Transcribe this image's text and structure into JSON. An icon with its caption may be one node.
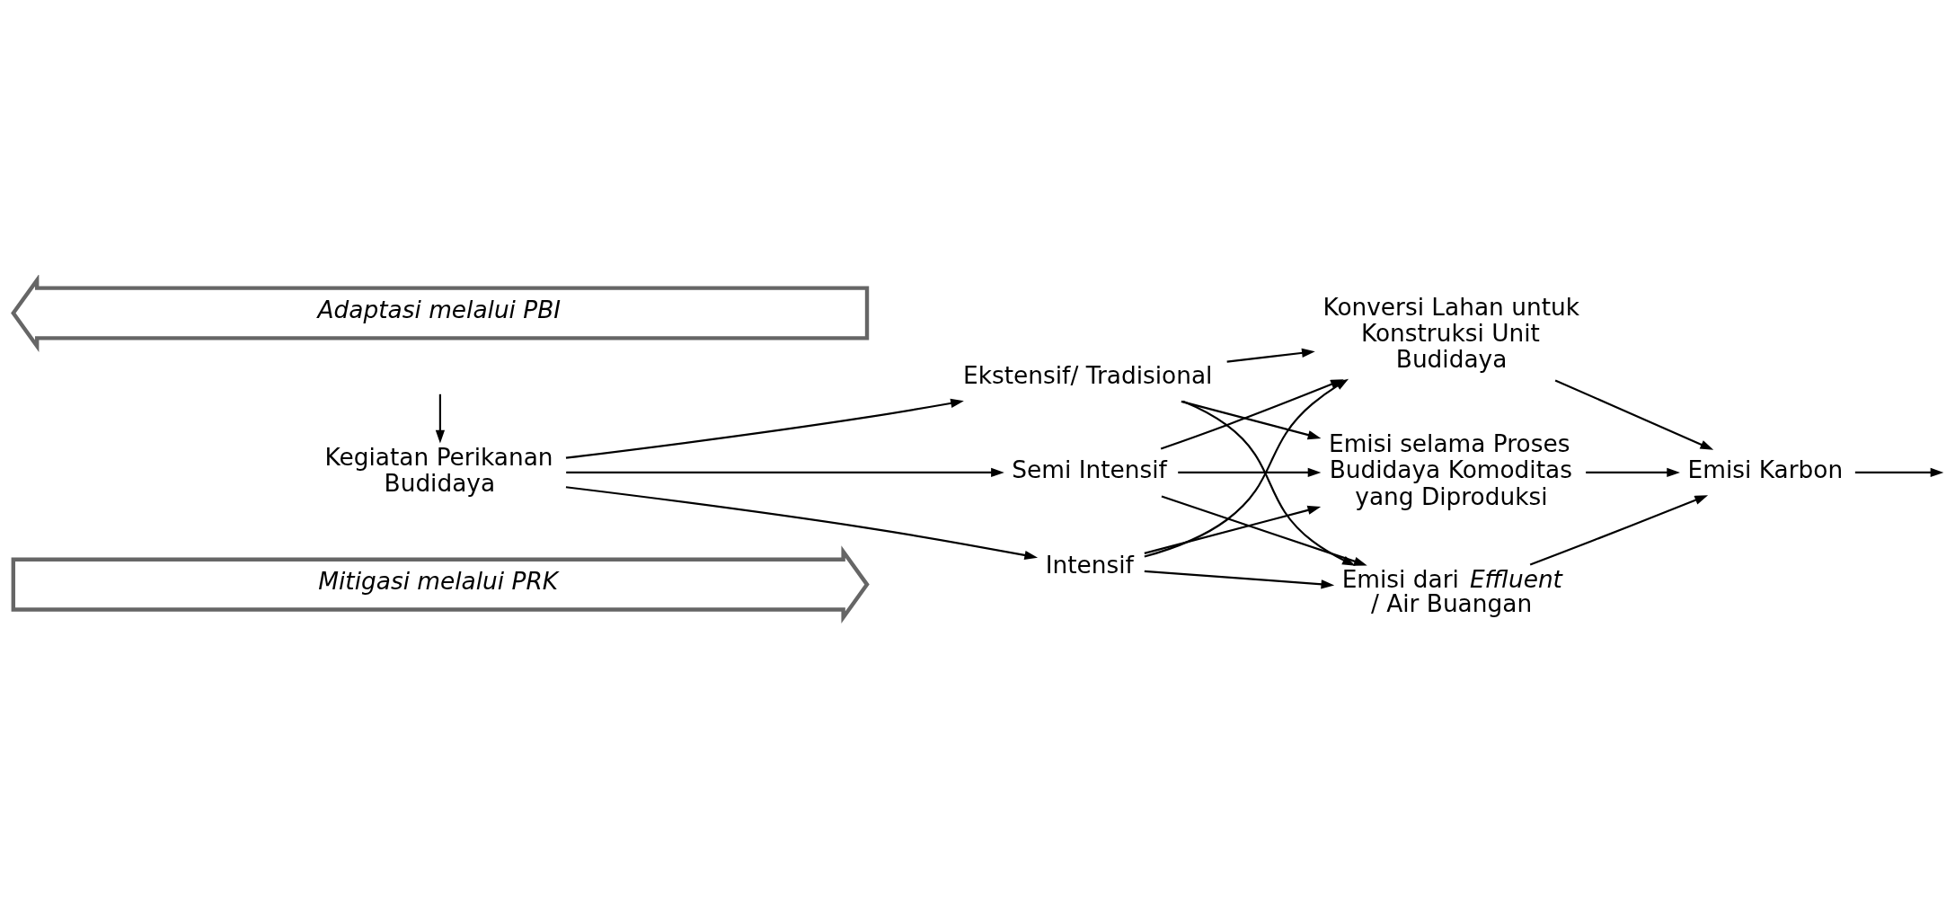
{
  "diagram": {
    "nodes": [
      {
        "text": [
          "Mitigasi melalui PRK"
        ]
      },
      {
        "text": [
          "Kegiatan Perikanan Budidaya"
        ]
      },
      {
        "text": [
          "Ekstensif/ Tradisional"
        ]
      },
      {
        "text": [
          "Semi Intensif"
        ]
      },
      {
        "text": [
          "Intensif"
        ]
      },
      {
        "text": [
          "Konversi Lahan untuk Konstruksi Unit Budidaya"
        ]
      },
      {
        "text": [
          "Emisi selama Proses Budidaya Komoditas yang Diproduksi"
        ]
      },
      {
        "text": [
          "Emisi dari *Effluent* / Air Buangan"
        ]
      },
      {
        "text": [
          "Emisi Karbon"
        ]
      },
      {
        "text": [
          "Adaptasi melalui PBI"
        ]
      }
    ],
    "edges": [
      {
        "from": 1,
        "to": 2,
        "arrow": "to"
      },
      {
        "from": 1,
        "to": 3,
        "arrow": "to"
      },
      {
        "from": 1,
        "to": 4,
        "arrow": "to"
      },
      {
        "from": 2,
        "to": 5,
        "arrow": "to"
      },
      {
        "from": 2,
        "to": 6,
        "arrow": "to"
      },
      {
        "from": 2,
        "to": 7,
        "arrow": "to"
      },
      {
        "from": 3,
        "to": 5,
        "arrow": "to"
      },
      {
        "from": 3,
        "to": 6,
        "arrow": "to"
      },
      {
        "from": 3,
        "to": 7,
        "arrow": "to"
      },
      {
        "from": 4,
        "to": 5,
        "arrow": "to"
      },
      {
        "from": 4,
        "to": 6,
        "arrow": "to"
      },
      {
        "from": 4,
        "to": 7,
        "arrow": "to"
      },
      {
        "from": 5,
        "to": 8,
        "arrow": "to"
      },
      {
        "from": 6,
        "to": 8,
        "arrow": "to"
      },
      {
        "from": 7,
        "to": 8,
        "arrow": "to"
      },
      {
        "from": 8,
        "to": null,
        "arrow": "to"
      },
      {
        "from": null,
        "to": 1,
        "arrow": "to"
      }
    ]
  }
}
